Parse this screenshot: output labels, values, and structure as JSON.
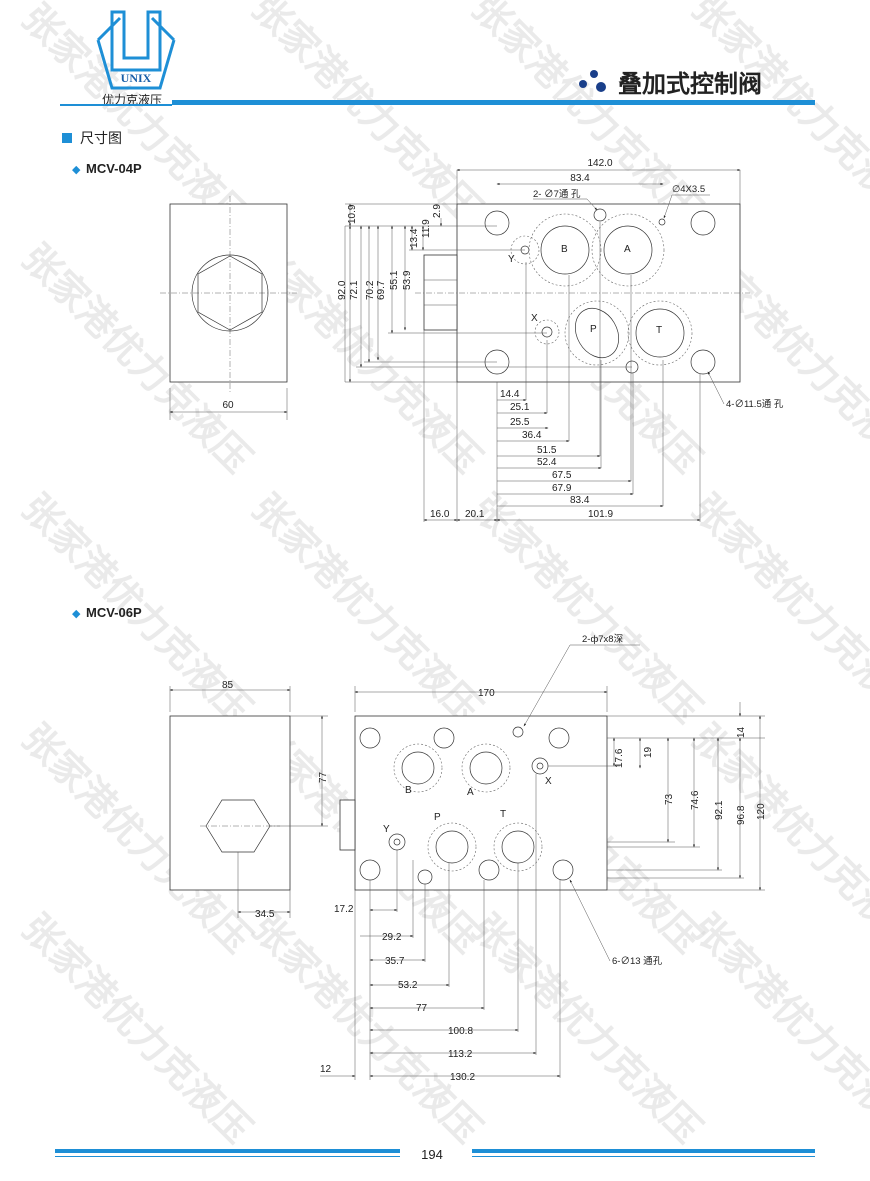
{
  "header": {
    "brand": "UNIX",
    "company": "优力克液压",
    "title": "叠加式控制阀",
    "accent": "#1e8fd6"
  },
  "section": {
    "title": "尺寸图"
  },
  "watermark": "张家港优力克液压",
  "mcv04p": {
    "label": "MCV-04P",
    "ports": {
      "y": "Y",
      "b": "B",
      "a": "A",
      "x": "X",
      "p": "P",
      "t": "T"
    },
    "notes": {
      "hole2": "2- ∅7通 孔",
      "pin": "∅4X3.5",
      "hole4": "4-∅11.5通 孔"
    },
    "dims": {
      "w142": "142.0",
      "w83_top": "83.4",
      "w60": "60",
      "h10_9": "10.9",
      "h2_9": "2.9",
      "h13_4": "13.4",
      "h11_9": "11.9",
      "h92": "92.0",
      "h72_1": "72.1",
      "h70_2": "70.2",
      "h69_7": "69.7",
      "h55_1": "55.1",
      "h53_9": "53.9",
      "x14_4": "14.4",
      "x25_1": "25.1",
      "x25_5": "25.5",
      "x36_4": "36.4",
      "x51_5": "51.5",
      "x52_4": "52.4",
      "x67_5": "67.5",
      "x67_9": "67.9",
      "x83_4": "83.4",
      "b16": "16.0",
      "b20_1": "20.1",
      "b101_9": "101.9"
    }
  },
  "mcv06p": {
    "label": "MCV-06P",
    "ports": {
      "b": "B",
      "a": "A",
      "x": "X",
      "y": "Y",
      "p": "P",
      "t": "T"
    },
    "notes": {
      "pin": "2-ф7x8深",
      "hole6": "6-∅13 通孔"
    },
    "dims": {
      "w85": "85",
      "h77": "77",
      "w34_5": "34.5",
      "w170": "170",
      "v14": "14",
      "v17_6": "17.6",
      "v19": "19",
      "v73": "73",
      "v74_6": "74.6",
      "v92_1": "92.1",
      "v96_8": "96.8",
      "v120": "120",
      "x17_2": "17.2",
      "x29_2": "29.2",
      "x35_7": "35.7",
      "x53_2": "53.2",
      "x77": "77",
      "x100_8": "100.8",
      "x113_2": "113.2",
      "x12": "12",
      "x130_2": "130.2"
    }
  },
  "footer": {
    "page": "194"
  }
}
